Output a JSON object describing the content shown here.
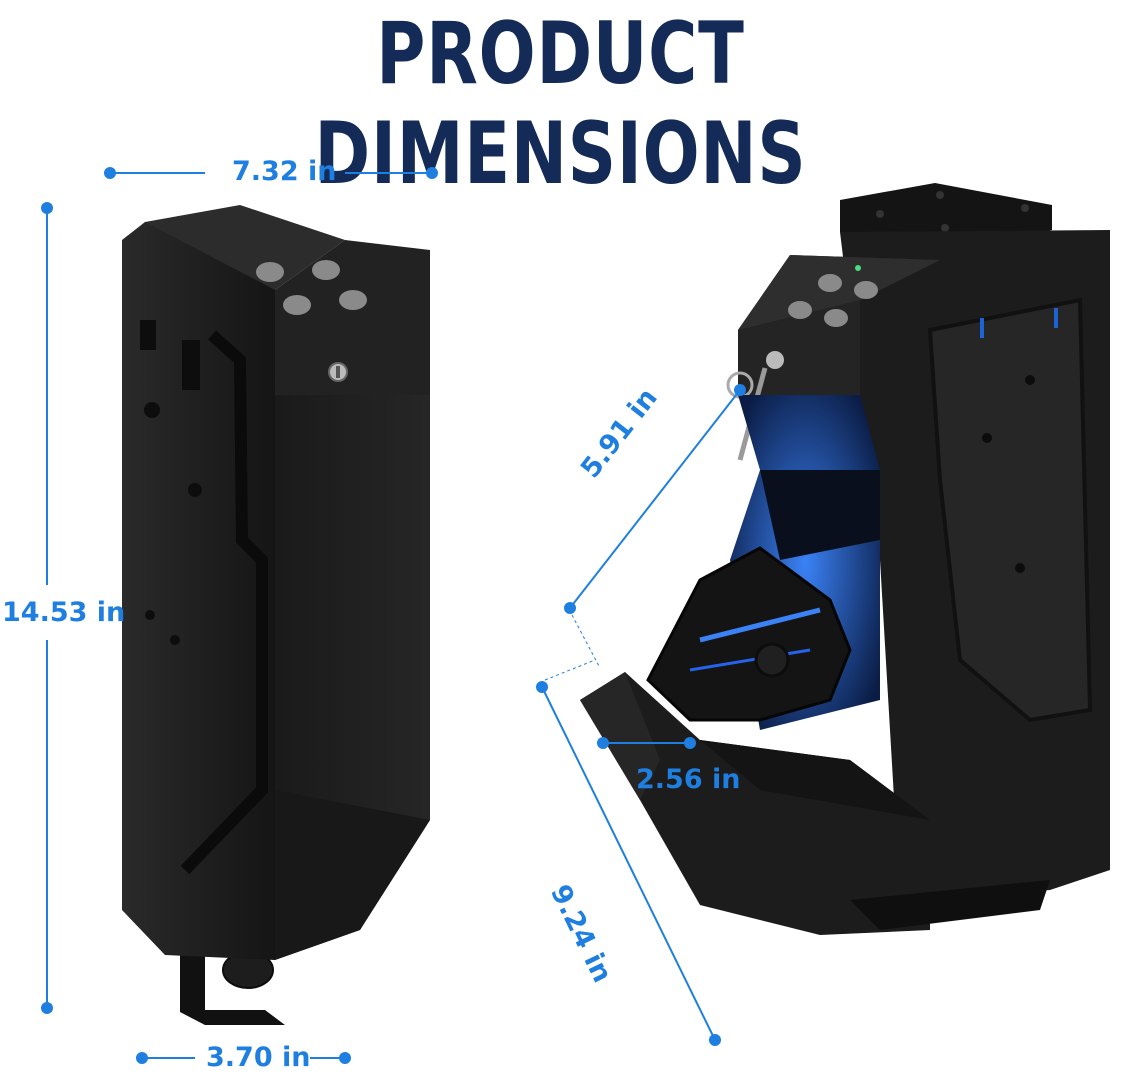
{
  "title": "PRODUCT DIMENSIONS",
  "colors": {
    "title": "#142a57",
    "dimension": "#1f7fe0",
    "safe_body": "#1c1c1c",
    "safe_edge": "#333333",
    "keypad_button": "#8a8a8a",
    "interior_glow": "#1e63d6"
  },
  "dimensions": {
    "width": "7.32 in",
    "height": "14.53 in",
    "base": "3.70 in",
    "drawer_opening": "5.91 in",
    "drawer_depth": "2.56 in",
    "drawer_length": "9.24 in"
  },
  "images": {
    "closed_safe": "closed-safe-illustration",
    "open_safe": "open-safe-illustration"
  }
}
